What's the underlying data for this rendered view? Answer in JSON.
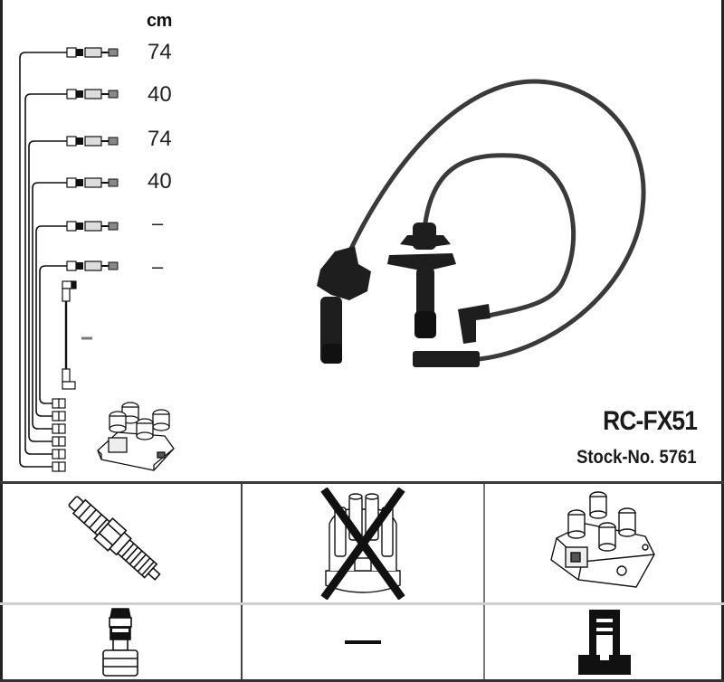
{
  "diagram": {
    "product_code": "RC-FX51",
    "stock_number_label": "Stock-No. 5761",
    "unit_label": "cm",
    "cables": [
      {
        "index": 1,
        "length": "74"
      },
      {
        "index": 2,
        "length": "40"
      },
      {
        "index": 3,
        "length": "74"
      },
      {
        "index": 4,
        "length": "40"
      },
      {
        "index": 5,
        "length": "–"
      },
      {
        "index": 6,
        "length": "–"
      },
      {
        "index": 7,
        "length": "–",
        "type": "coil-lead"
      }
    ]
  },
  "compatibility_grid": {
    "row1": [
      {
        "name": "spark-plug",
        "status": "compatible"
      },
      {
        "name": "distributor-cap",
        "status": "not-applicable-crossed"
      },
      {
        "name": "ignition-coil",
        "status": "compatible"
      }
    ],
    "row2": [
      {
        "name": "plug-connector",
        "status": "compatible"
      },
      {
        "name": "none",
        "label": "—"
      },
      {
        "name": "coil-connector",
        "status": "compatible"
      }
    ]
  },
  "colors": {
    "line": "#222222",
    "cable": "#3a3a3a",
    "background": "#ffffff",
    "grid_divider": "#cfcfcf"
  }
}
